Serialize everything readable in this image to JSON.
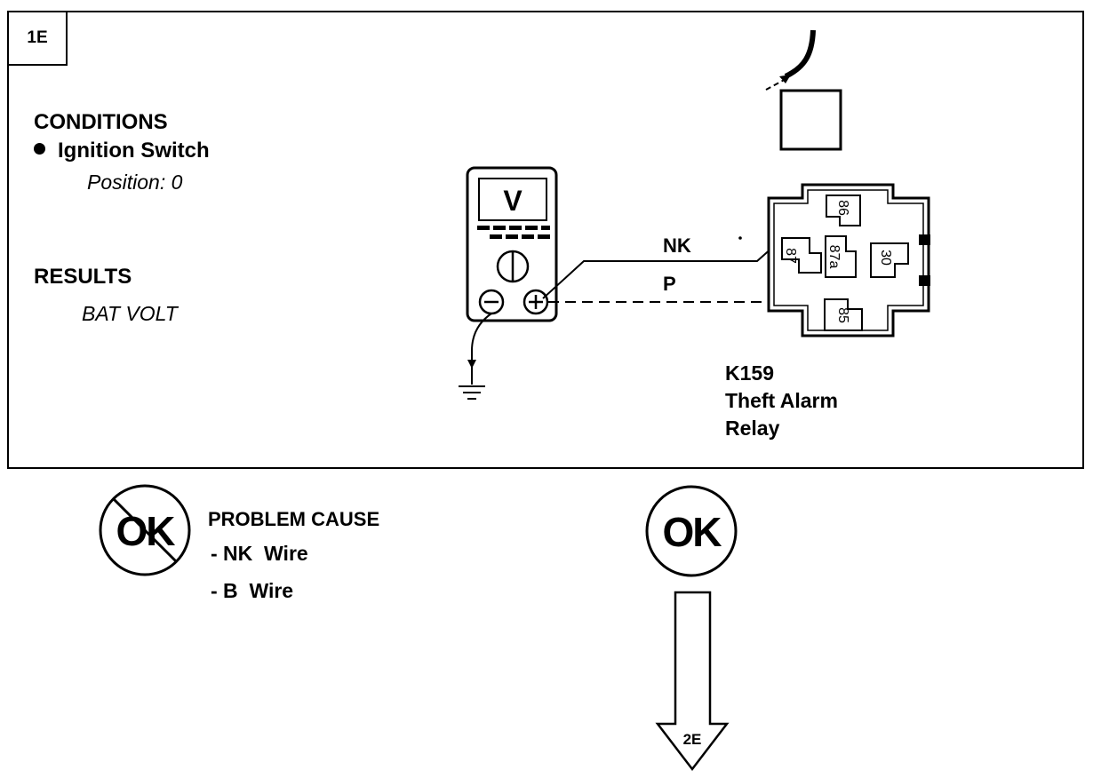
{
  "step": {
    "id": "1E"
  },
  "conditions": {
    "heading": "CONDITIONS",
    "item": "Ignition Switch",
    "detail": "Position: 0"
  },
  "results": {
    "heading": "RESULTS",
    "value": "BAT VOLT"
  },
  "meter": {
    "label": "V"
  },
  "wires": {
    "upper": "NK",
    "lower": "P"
  },
  "relay": {
    "code": "K159",
    "name_line1": "Theft Alarm",
    "name_line2": "Relay",
    "pins": [
      "86",
      "87",
      "87a",
      "30",
      "85"
    ]
  },
  "not_ok": {
    "symbol": "OK",
    "heading": "PROBLEM CAUSE",
    "causes": [
      "- NK  Wire",
      "- B  Wire"
    ]
  },
  "ok": {
    "symbol": "OK",
    "next_step": "2E"
  }
}
